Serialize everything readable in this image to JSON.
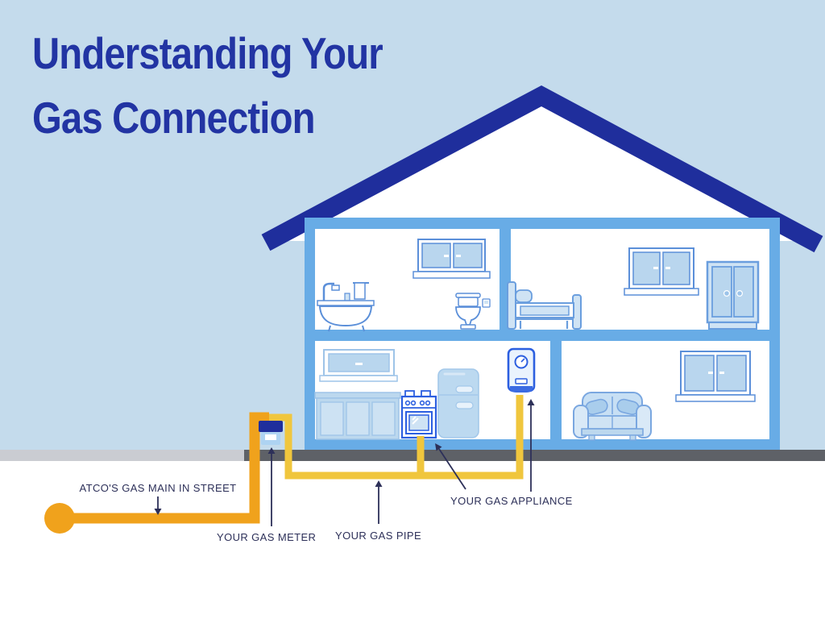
{
  "title": {
    "line1": "Understanding Your",
    "line2": "Gas Connection"
  },
  "labels": {
    "gas_main": "ATCO'S GAS MAIN IN STREET",
    "gas_meter": "YOUR GAS METER",
    "gas_pipe": "YOUR GAS PIPE",
    "gas_appliance": "YOUR GAS APPLIANCE"
  },
  "diagram": {
    "rooms": [
      {
        "name": "bathroom",
        "items": [
          "bathtub",
          "towel",
          "toilet",
          "window"
        ]
      },
      {
        "name": "bedroom",
        "items": [
          "bed",
          "window",
          "wardrobe"
        ]
      },
      {
        "name": "kitchen",
        "items": [
          "window",
          "cabinets",
          "gas-stove",
          "fridge",
          "water-heater"
        ]
      },
      {
        "name": "living-room",
        "items": [
          "sofa",
          "window"
        ]
      }
    ],
    "pipes": [
      {
        "name": "gas-main-in-street",
        "color": "#f0a21c"
      },
      {
        "name": "customer-gas-pipe",
        "color": "#f0c63d"
      }
    ],
    "meter": {
      "name": "gas-meter"
    }
  },
  "colors": {
    "sky": "#c4dbec",
    "navy": "#1f2e9c",
    "title_text": "#2234a3",
    "house_frame": "#68ace6",
    "room_fill": "#ffffff",
    "pipe_yellow": "#f0c63d",
    "pipe_orange": "#f0a21c",
    "ground_light": "#caccd2",
    "ground_dark": "#5e6167",
    "label_text": "#2d3059",
    "furniture_line": "#5b8fd9",
    "appliance_line": "#2c5fe0",
    "pane_fill": "#b9d6ee"
  }
}
